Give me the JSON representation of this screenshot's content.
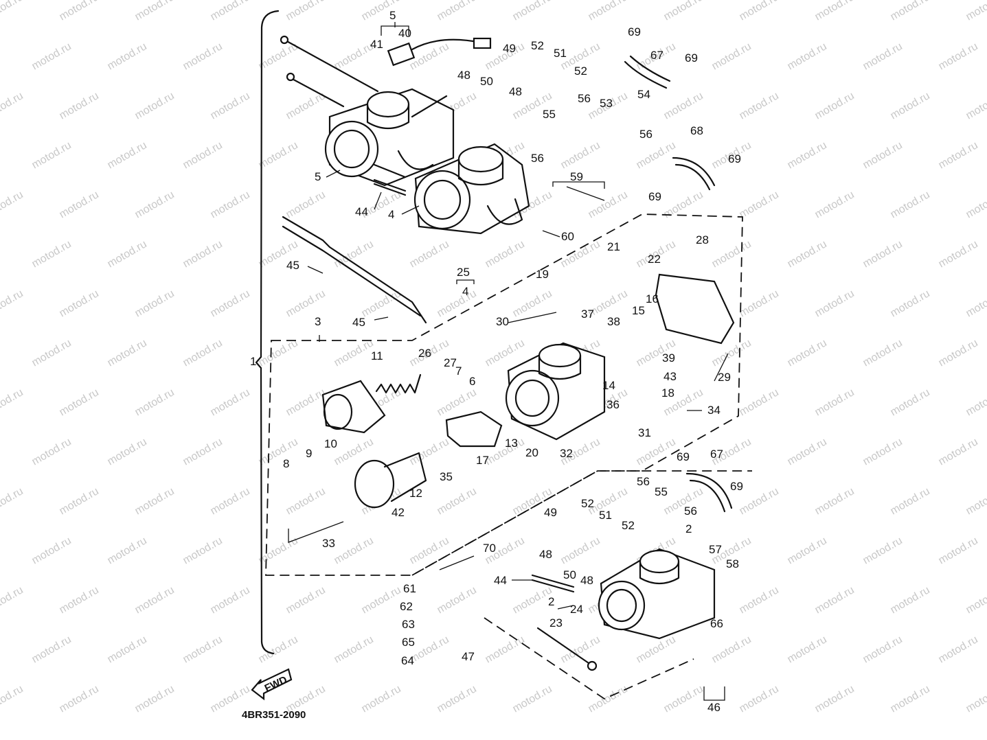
{
  "diagram_code": "4BR351-2090",
  "watermark_text": "motod.ru",
  "front_arrow_text": "FWD",
  "callouts": [
    "1",
    "2",
    "2",
    "3",
    "4",
    "4",
    "5",
    "5",
    "6",
    "7",
    "8",
    "9",
    "10",
    "11",
    "12",
    "13",
    "14",
    "15",
    "16",
    "17",
    "18",
    "19",
    "20",
    "21",
    "22",
    "23",
    "24",
    "25",
    "26",
    "27",
    "28",
    "29",
    "30",
    "31",
    "32",
    "33",
    "34",
    "35",
    "36",
    "37",
    "38",
    "39",
    "40",
    "41",
    "42",
    "43",
    "44",
    "44",
    "45",
    "45",
    "46",
    "47",
    "48",
    "48",
    "48",
    "48",
    "49",
    "49",
    "50",
    "50",
    "51",
    "51",
    "52",
    "52",
    "52",
    "52",
    "53",
    "54",
    "55",
    "55",
    "56",
    "56",
    "56",
    "56",
    "56",
    "57",
    "58",
    "59",
    "60",
    "61",
    "62",
    "63",
    "64",
    "65",
    "66",
    "67",
    "67",
    "68",
    "69",
    "69",
    "69",
    "69",
    "69",
    "69",
    "70"
  ]
}
